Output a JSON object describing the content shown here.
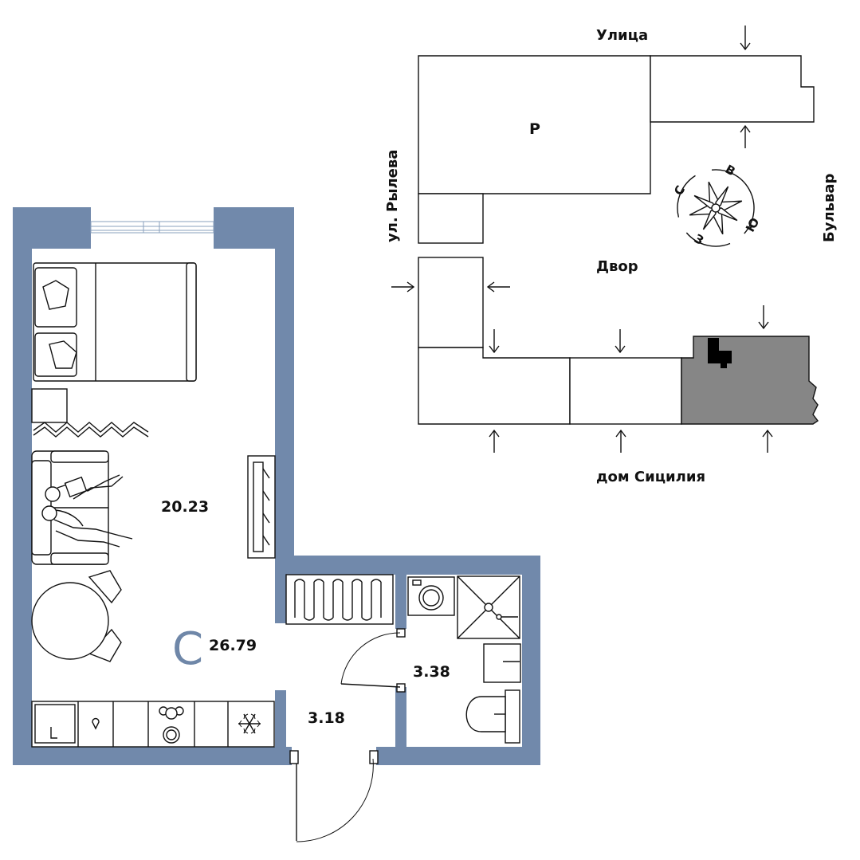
{
  "apartment": {
    "type_letter": "С",
    "total_area": "26.79",
    "rooms": [
      {
        "name": "living",
        "area": "20.23"
      },
      {
        "name": "bathroom",
        "area": "3.38"
      },
      {
        "name": "hallway",
        "area": "3.18"
      }
    ]
  },
  "site_plan": {
    "streets": {
      "top": "Улица",
      "left": "ул. Рылева",
      "right": "Бульвар",
      "yard": "Двор",
      "bottom": "дом Сицилия"
    },
    "building_letter": "Р",
    "compass": {
      "north": "С",
      "east": "В",
      "south": "Ю",
      "west": "З"
    }
  },
  "colors": {
    "wall": "#7189ab",
    "highlight_section": "#868686",
    "apartment_marker": "#000000",
    "line": "#111111"
  }
}
